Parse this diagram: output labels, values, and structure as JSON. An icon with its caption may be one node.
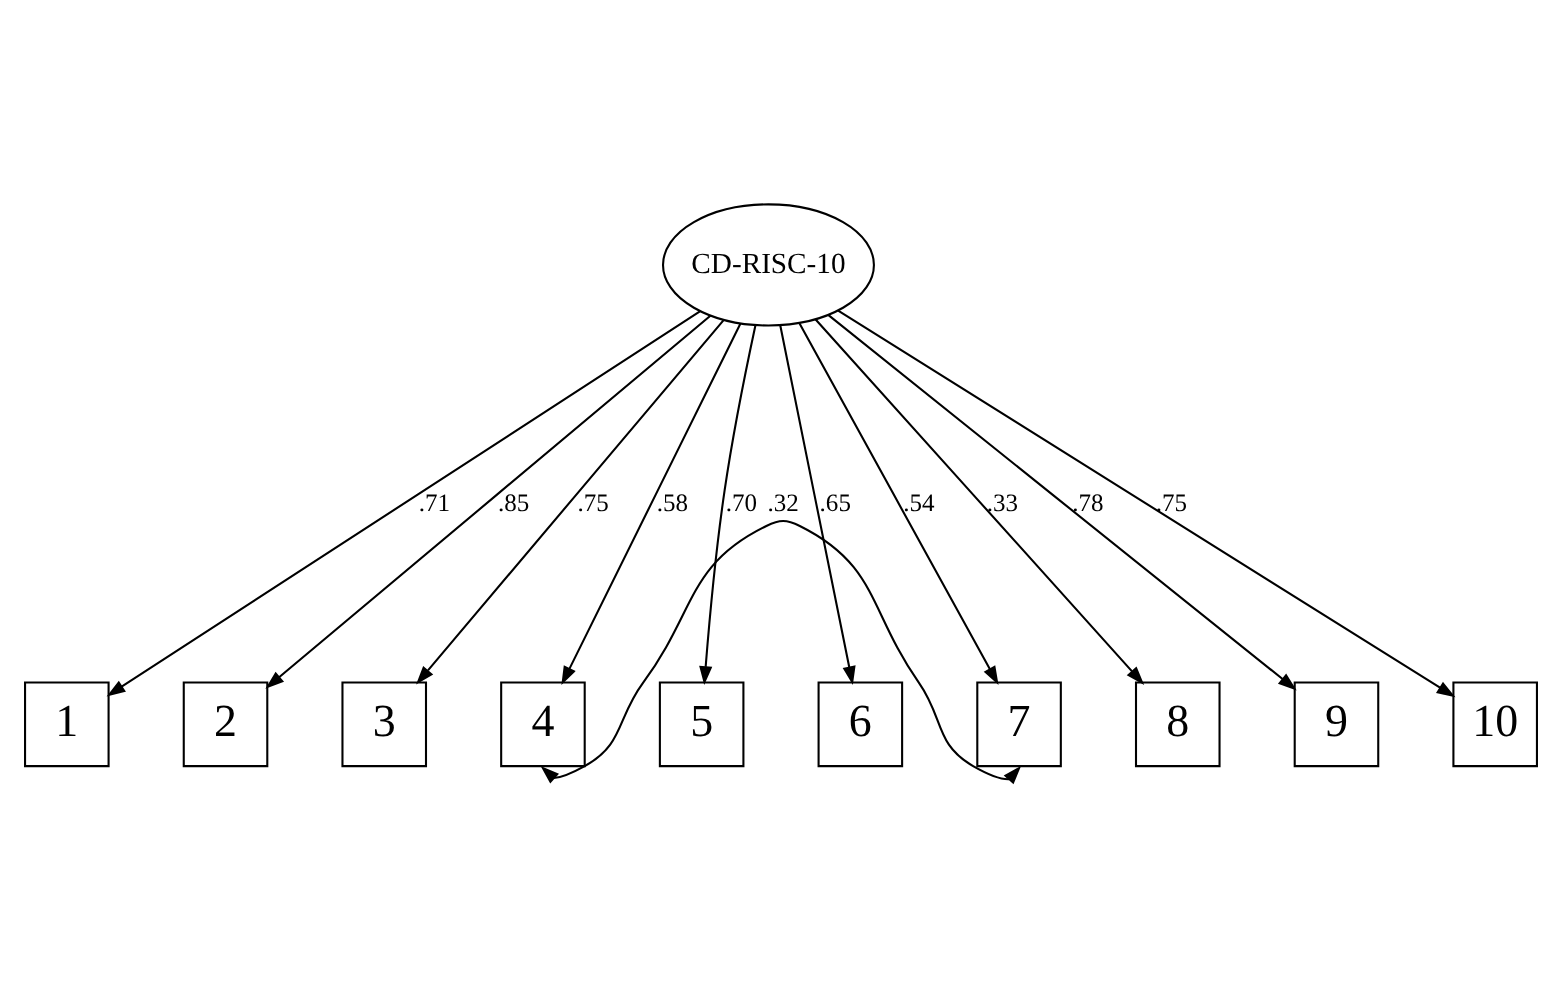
{
  "diagram": {
    "nodes": [
      {
        "text": [
          "CD-RISC-10"
        ]
      },
      {
        "text": [
          "1"
        ]
      },
      {
        "text": [
          "2"
        ]
      },
      {
        "text": [
          "3"
        ]
      },
      {
        "text": [
          "4"
        ]
      },
      {
        "text": [
          "5"
        ]
      },
      {
        "text": [
          "6"
        ]
      },
      {
        "text": [
          "7"
        ]
      },
      {
        "text": [
          "8"
        ]
      },
      {
        "text": [
          "9"
        ]
      },
      {
        "text": [
          "10"
        ]
      }
    ],
    "edges": [
      {
        "from": 0,
        "to": 1,
        "arrow": "to",
        "label": ".71"
      },
      {
        "from": 0,
        "to": 2,
        "arrow": "to",
        "label": ".85"
      },
      {
        "from": 0,
        "to": 3,
        "arrow": "to",
        "label": ".75"
      },
      {
        "from": 0,
        "to": 4,
        "arrow": "to",
        "label": ".58"
      },
      {
        "from": 0,
        "to": 5,
        "arrow": "to",
        "label": ".70"
      },
      {
        "from": 0,
        "to": 6,
        "arrow": "to",
        "label": ".65"
      },
      {
        "from": 0,
        "to": 7,
        "arrow": "to",
        "label": ".54"
      },
      {
        "from": 0,
        "to": 8,
        "arrow": "to",
        "label": ".33"
      },
      {
        "from": 0,
        "to": 9,
        "arrow": "to",
        "label": ".78"
      },
      {
        "from": 0,
        "to": 10,
        "arrow": "to",
        "label": ".75"
      },
      {
        "from": 4,
        "to": 7,
        "arrow": "both",
        "label": ".32"
      }
    ]
  }
}
